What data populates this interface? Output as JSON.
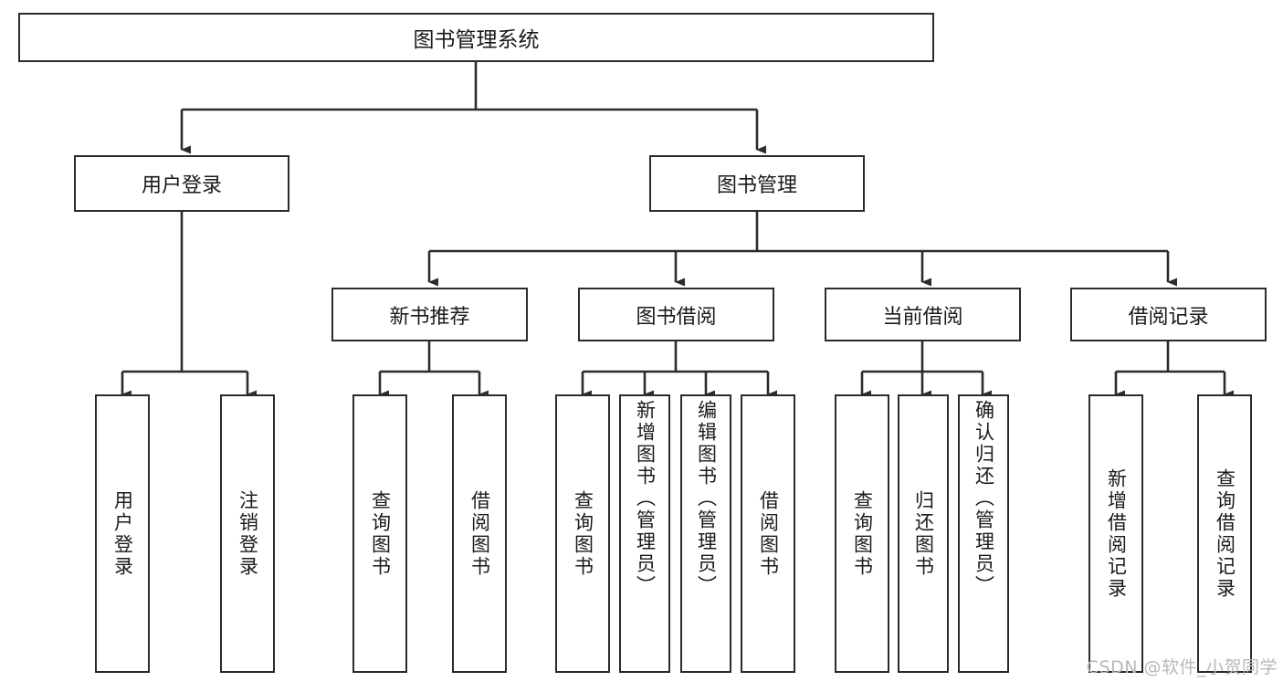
{
  "diagram": {
    "title": "图书管理系统",
    "type": "hierarchy-tree",
    "orientation": "top-down",
    "colors": {
      "box_border": "#2b2b2b",
      "box_fill": "#ffffff",
      "line": "#2b2b2b",
      "text": "#1a1a1a",
      "watermark": "#b9b9b9"
    },
    "root": {
      "label": "图书管理系统"
    },
    "level2": [
      {
        "id": "user-login",
        "label": "用户登录"
      },
      {
        "id": "book-management",
        "label": "图书管理"
      }
    ],
    "level3": [
      {
        "id": "new-book-recommend",
        "label": "新书推荐"
      },
      {
        "id": "book-borrow",
        "label": "图书借阅"
      },
      {
        "id": "current-borrow",
        "label": "当前借阅"
      },
      {
        "id": "borrow-record",
        "label": "借阅记录"
      }
    ],
    "leaves": [
      {
        "id": "leaf-user-login",
        "label": "用户登录",
        "parent": "user-login"
      },
      {
        "id": "leaf-logout",
        "label": "注销登录",
        "parent": "user-login"
      },
      {
        "id": "leaf-query-book-1",
        "label": "查询图书",
        "parent": "new-book-recommend"
      },
      {
        "id": "leaf-borrow-book-1",
        "label": "借阅图书",
        "parent": "new-book-recommend"
      },
      {
        "id": "leaf-query-book-2",
        "label": "查询图书",
        "parent": "book-borrow"
      },
      {
        "id": "leaf-add-book",
        "label": "新增图书（管理员）",
        "parent": "book-borrow"
      },
      {
        "id": "leaf-edit-book",
        "label": "编辑图书（管理员）",
        "parent": "book-borrow"
      },
      {
        "id": "leaf-borrow-book-2",
        "label": "借阅图书",
        "parent": "book-borrow"
      },
      {
        "id": "leaf-query-book-3",
        "label": "查询图书",
        "parent": "current-borrow"
      },
      {
        "id": "leaf-return-book",
        "label": "归还图书",
        "parent": "current-borrow"
      },
      {
        "id": "leaf-confirm-return",
        "label": "确认归还（管理员）",
        "parent": "current-borrow"
      },
      {
        "id": "leaf-add-record",
        "label": "新增借阅记录",
        "parent": "borrow-record"
      },
      {
        "id": "leaf-query-record",
        "label": "查询借阅记录",
        "parent": "borrow-record"
      }
    ],
    "watermark": "CSDN @软件_小贺同学"
  }
}
